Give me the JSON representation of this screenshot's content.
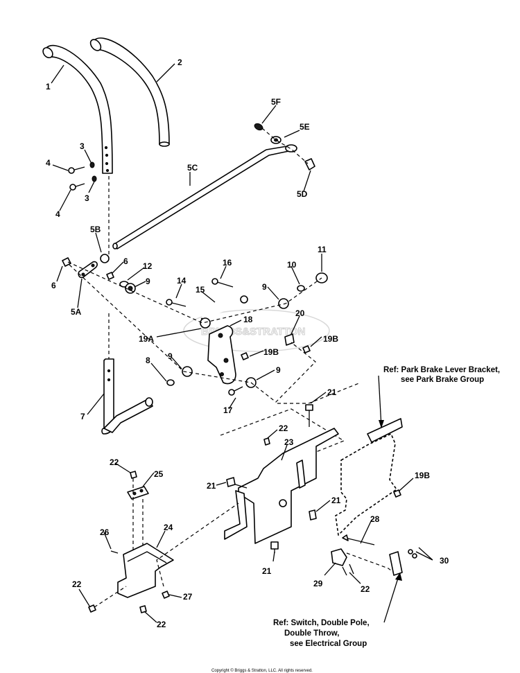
{
  "labels": {
    "l1": "1",
    "l2": "2",
    "l3a": "3",
    "l3b": "3",
    "l4a": "4",
    "l4b": "4",
    "l5a": "5A",
    "l5b": "5B",
    "l5c": "5C",
    "l5d": "5D",
    "l5e": "5E",
    "l5f": "5F",
    "l6a": "6",
    "l6b": "6",
    "l7": "7",
    "l8": "8",
    "l9a": "9",
    "l9b": "9",
    "l9c": "9",
    "l9d": "9",
    "l10": "10",
    "l11": "11",
    "l12": "12",
    "l14": "14",
    "l15": "15",
    "l16": "16",
    "l17": "17",
    "l18": "18",
    "l19a": "19A",
    "l19b1": "19B",
    "l19b2": "19B",
    "l19b3": "19B",
    "l20": "20",
    "l21a": "21",
    "l21b": "21",
    "l21c": "21",
    "l21d": "21",
    "l22a": "22",
    "l22b": "22",
    "l22c": "22",
    "l22d": "22",
    "l22e": "22",
    "l23": "23",
    "l24": "24",
    "l25": "25",
    "l26": "26",
    "l27": "27",
    "l28": "28",
    "l29": "29",
    "l30": "30"
  },
  "refs": {
    "park_line1": "Ref: Park Brake Lever  Bracket,",
    "park_line2": "see  Park Brake Group",
    "switch_line1": "Ref: Switch, Double Pole,",
    "switch_line2": "Double Throw,",
    "switch_line3": "see Electrical Group"
  },
  "watermark": "BRIGGS&STRATTON",
  "copyright": "Copyright © Briggs & Stratton, LLC. All rights reserved."
}
